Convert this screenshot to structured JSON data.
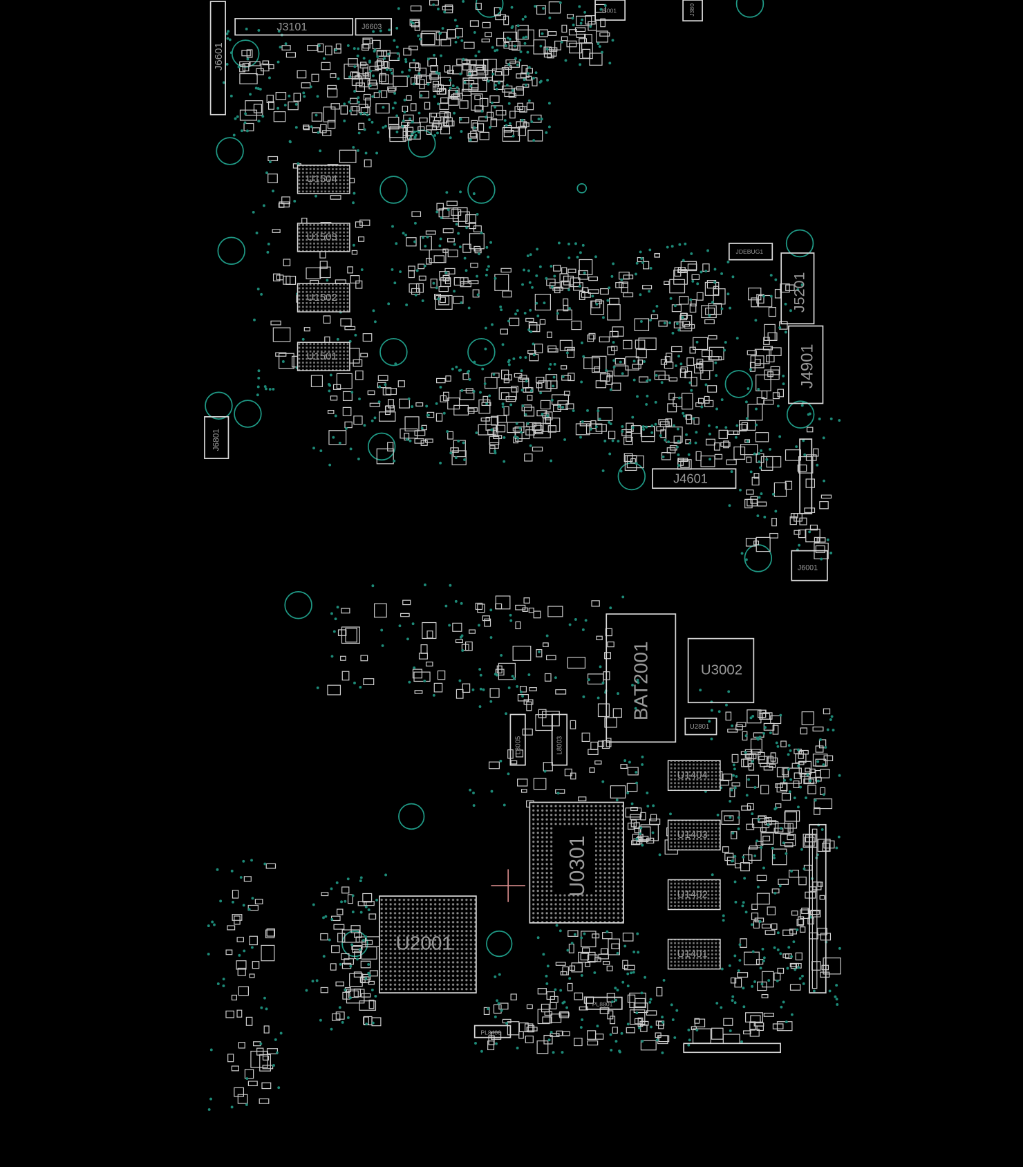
{
  "viewer": {
    "title": "Boardview PCB layout",
    "background": "#000000",
    "outline_color": "#d8d8d8",
    "via_color": "#1d8a78",
    "cursor_color": "#d98c8c"
  },
  "components": {
    "j3101": "J3101",
    "j6603": "J6603",
    "j6601": "J6601",
    "j5001": "J5001",
    "j380": "J380",
    "u1504": "U1504",
    "u1503": "U1503",
    "u1502": "U1502",
    "u1501": "U1501",
    "j6801": "J6801",
    "jdebug1": "JDEBUG1",
    "j5201": "J5201",
    "j4901": "J4901",
    "j4601": "J4601",
    "j6001": "J6001",
    "bat2001": "BAT2001",
    "u3002": "U3002",
    "u2801": "U2801",
    "l8005": "L8005",
    "l8003": "L8003",
    "u1404": "U1404",
    "u1403": "U1403",
    "u1402": "U1402",
    "u1401": "U1401",
    "u0301": "U0301",
    "u2001": "U2001",
    "pl8400": "PL8400",
    "pl8801": "PL8801"
  }
}
